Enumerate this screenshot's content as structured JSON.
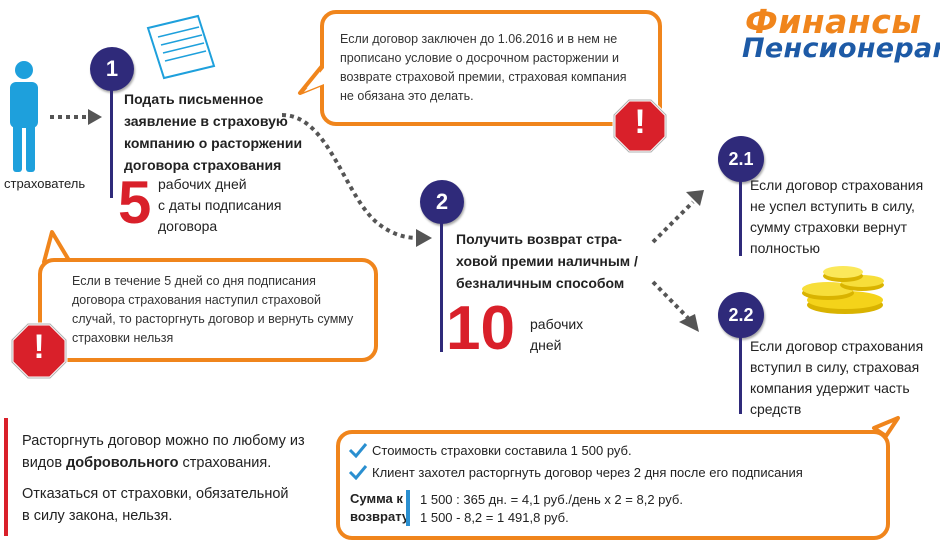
{
  "logo": {
    "line1": "Финансы",
    "line2": "Пенсионерам"
  },
  "person": {
    "label": "страхователь",
    "color": "#1ea0dc"
  },
  "colors": {
    "accent": "#f0851c",
    "pin": "#2f2a7a",
    "red": "#d9202a",
    "person": "#1ea0dc",
    "logo_blue": "#1d5aa6"
  },
  "steps": {
    "s1": {
      "num": "1",
      "title": [
        "Подать письменное",
        "заявление в страховую",
        "компанию о расторжении",
        "договора страхования"
      ],
      "days_num": "5",
      "days_text": [
        "рабочих дней",
        "с даты подписания",
        "договора"
      ]
    },
    "s2": {
      "num": "2",
      "title": [
        "Получить возврат стра-",
        "ховой премии наличным /",
        "безналичным способом"
      ],
      "days_num": "10",
      "days_text": [
        "рабочих",
        "дней"
      ]
    },
    "s21": {
      "num": "2.1",
      "text": [
        "Если договор страхования",
        "не успел вступить в силу,",
        "сумму страховки вернут",
        "полностью"
      ]
    },
    "s22": {
      "num": "2.2",
      "text": [
        "Если договор страхования",
        "вступил в силу, страховая",
        "компания удержит часть",
        "средств"
      ]
    }
  },
  "bubble_top": {
    "lines": [
      "Если договор заключен до 1.06.2016 и в нем не",
      "прописано условие о досрочном расторжении и",
      "возврате страховой премии, страховая компания",
      "не обязана это делать."
    ]
  },
  "bubble_left": {
    "lines": [
      "Если в течение 5 дней со дня подписания",
      "договора страхования наступил страховой",
      "случай, то расторгнуть договор и вернуть сумму",
      "страховки нельзя"
    ]
  },
  "warning_symbol": "!",
  "bottom_left": {
    "p1_line1": "Расторгнуть договор можно по любому из",
    "p1_line2_pre": "видов ",
    "p1_line2_bold": "добровольного",
    "p1_line2_post": " страхования.",
    "p2_line1": "Отказаться от страховки, обязательной",
    "p2_line2": "в силу закона, нельзя."
  },
  "example": {
    "check1": "Стоимость страховки составила 1 500 руб.",
    "check2": "Клиент захотел расторгнуть договор через 2 дня после его подписания",
    "sum_label": [
      "Сумма к",
      "возврату"
    ],
    "calc1": "1 500 : 365 дн. = 4,1 руб./день х 2 = 8,2 руб.",
    "calc2": "1 500 - 8,2 = 1 491,8 руб."
  }
}
